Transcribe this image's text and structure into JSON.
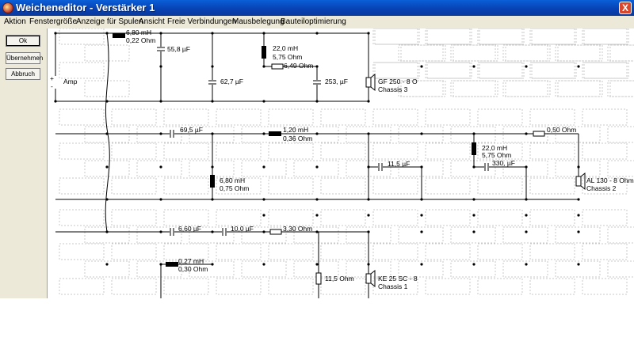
{
  "window": {
    "title": "Weicheneditor - Verstärker 1",
    "close_glyph": "X"
  },
  "menu": [
    "Aktion",
    "Fenstergröße",
    "Anzeige für Spulen",
    "Ansicht",
    "Freie Verbindungen",
    "Mausbelegung",
    "Bauteiloptimierung"
  ],
  "buttons": {
    "ok": "Ok",
    "apply": "Übernehmen",
    "cancel": "Abbruch"
  },
  "schematic": {
    "amp": {
      "label": "Amp",
      "plus": "+",
      "minus": "-"
    },
    "branch1": {
      "coil1": {
        "value": "6,80 mH",
        "resistance": "0,22 Ohm"
      },
      "cap1": "55,8 µF",
      "cap2": "62,7 µF",
      "coil2": {
        "value": "22,0 mH",
        "resistance": "5,75 Ohm"
      },
      "res1": "6,49 Ohm",
      "cap3": "253, µF",
      "driver": {
        "name": "GF 250 - 8 O",
        "chassis": "Chassis 3"
      }
    },
    "branch2": {
      "cap1": "69,5 µF",
      "coil1": {
        "value": "1,20 mH",
        "resistance": "0,36 Ohm"
      },
      "coil2": {
        "value": "6,80 mH",
        "resistance": "0,75 Ohm"
      },
      "cap2": "11,5 µF",
      "res1": "0,50 Ohm",
      "coil3": {
        "value": "22,0 mH",
        "resistance": "5,75 Ohm"
      },
      "cap3": "330, µF",
      "driver": {
        "name": "AL 130 - 8 Ohm",
        "chassis": "Chassis 2"
      }
    },
    "branch3": {
      "cap1": "6,60 µF",
      "cap2": "10,0 µF",
      "res1": "3,30 Ohm",
      "coil1": {
        "value": "0,27 mH",
        "resistance": "0,30 Ohm"
      },
      "res2": "11,5 Ohm",
      "driver": {
        "name": "KE 25 SC - 8",
        "chassis": "Chassis 1"
      }
    }
  }
}
